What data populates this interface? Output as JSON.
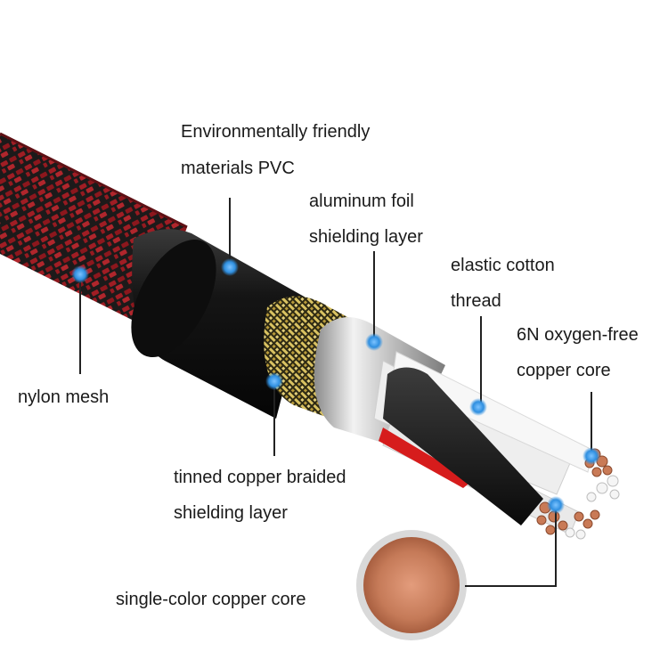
{
  "labels": {
    "pvc_line1": "Environmentally friendly",
    "pvc_line2": "materials PVC",
    "foil_line1": "aluminum foil",
    "foil_line2": "shielding layer",
    "cotton_line1": "elastic cotton",
    "cotton_line2": "thread",
    "core6n_line1": "6N oxygen-free",
    "core6n_line2": "copper core",
    "nylon": "nylon mesh",
    "braid_line1": "tinned copper braided",
    "braid_line2": "shielding layer",
    "single_core": "single-color copper core"
  },
  "colors": {
    "mesh_red": "#9e1c22",
    "mesh_dark": "#1c1a1a",
    "jacket_black": "#161616",
    "braid_gold": "#c9b04a",
    "foil_silver": "#c8c8c8",
    "copper": "#c97a56",
    "insulation_white": "#efefef",
    "red_insulation": "#d61c1c",
    "marker_blue": "#2f8fe0",
    "leader_line": "#222222"
  },
  "icons": [
    "marker-dot"
  ]
}
